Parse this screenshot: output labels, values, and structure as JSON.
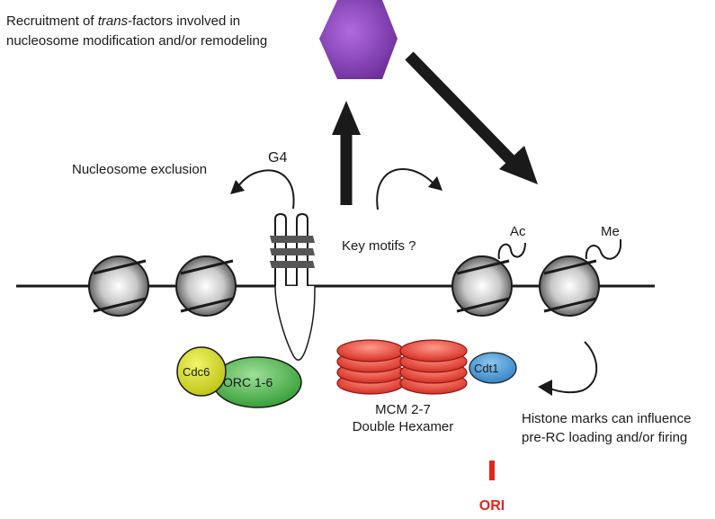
{
  "labels": {
    "recruitment_line1_prefix": "Recruitment of ",
    "recruitment_line1_italic": "trans",
    "recruitment_line1_suffix": "-factors involved in",
    "recruitment_line2": "nucleosome modification and/or remodeling",
    "nucleosome_exclusion": "Nucleosome exclusion",
    "g4": "G4",
    "key_motifs": "Key motifs ?",
    "ac": "Ac",
    "me": "Me",
    "cdc6": "Cdc6",
    "orc": "ORC 1-6",
    "cdt1": "Cdt1",
    "mcm_line1": "MCM 2-7",
    "mcm_line2": "Double Hexamer",
    "histone_line1": "Histone marks can influence",
    "histone_line2": "pre-RC loading and/or firing",
    "ori": "ORI"
  },
  "colors": {
    "hexagon": "#7e3fa6",
    "cdc6": "#d6dc1e",
    "orc": "#3aa83a",
    "mcm": "#e2261d",
    "cdt1": "#3f8fd0",
    "ori": "#e2261d",
    "ink": "#1a1a1a"
  }
}
